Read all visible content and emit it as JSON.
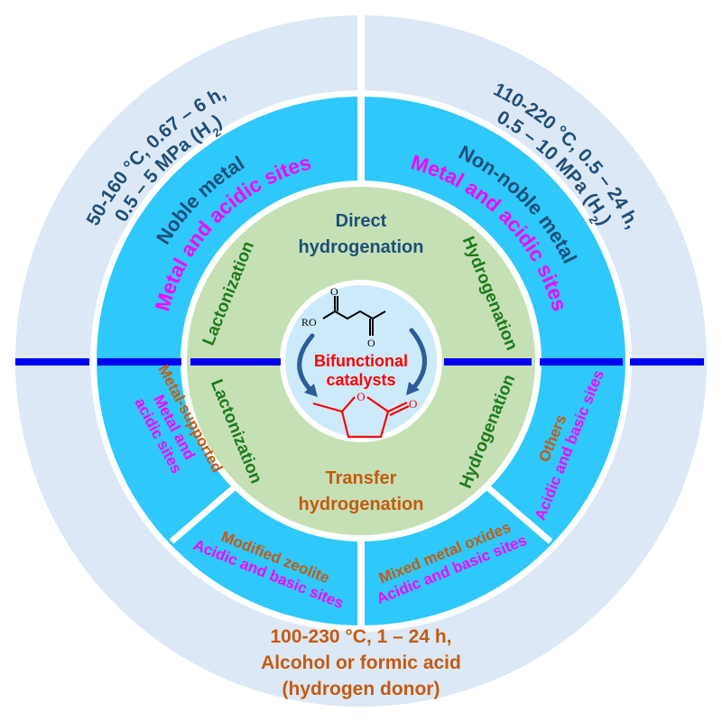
{
  "colors": {
    "outer_ring": "#dce8f5",
    "middle_ring": "#2ec8fb",
    "inner_ring": "#c6e0b6",
    "core": "#cdeafb",
    "divider": "#0000f0",
    "dark_blue_text": "#1f4e79",
    "magenta_text": "#ff00ff",
    "green_text": "#1e7a1e",
    "orange_text": "#c55a11",
    "red_text": "#ff0000",
    "arrow": "#2e5c9a"
  },
  "center": {
    "title_line1": "Bifunctional",
    "title_line2": "catalysts",
    "reactant_label": "RO",
    "reactant_oxygen_1": "O",
    "reactant_oxygen_2": "O",
    "product_ring_oxygen": "O",
    "product_carbonyl_oxygen": "O"
  },
  "inner_ring": {
    "top_title_line1": "Direct",
    "top_title_line2": "hydrogenation",
    "bottom_title_line1": "Transfer",
    "bottom_title_line2": "hydrogenation",
    "top_left_step": "Lactonization",
    "top_right_step": "Hydrogenation",
    "bottom_left_step": "Lactonization",
    "bottom_right_step": "Hydrogenation"
  },
  "middle_ring": {
    "top_left": {
      "catalyst": "Noble metal",
      "sites": "Metal and acidic sites"
    },
    "top_right": {
      "catalyst": "Non-noble metal",
      "sites": "Metal and acidic sites"
    },
    "bottom_left_upper": {
      "catalyst": "Metal-supported",
      "sites_line1": "Metal and",
      "sites_line2": "acidic sites"
    },
    "bottom_left_lower": {
      "catalyst": "Modified zeolite",
      "sites": "Acidic and basic sites"
    },
    "bottom_right_lower": {
      "catalyst": "Mixed metal oxides",
      "sites": "Acidic and basic sites"
    },
    "bottom_right_upper": {
      "catalyst": "Others",
      "sites": "Acidic and basic sites"
    }
  },
  "outer_ring": {
    "top_left_line1": "50-160 °C, 0.67 – 6 h,",
    "top_left_line2": "0.5 – 5 MPa (H",
    "top_left_sub": "2",
    "top_left_close": ")",
    "top_right_line1": "110-220 °C, 0.5 – 24 h,",
    "top_right_line2": "0.5 – 10 MPa (H",
    "top_right_sub": "2",
    "top_right_close": ")",
    "bottom_line1": "100-230 °C, 1 – 24 h,",
    "bottom_line2": "Alcohol or formic acid",
    "bottom_line3": "(hydrogen donor)"
  }
}
